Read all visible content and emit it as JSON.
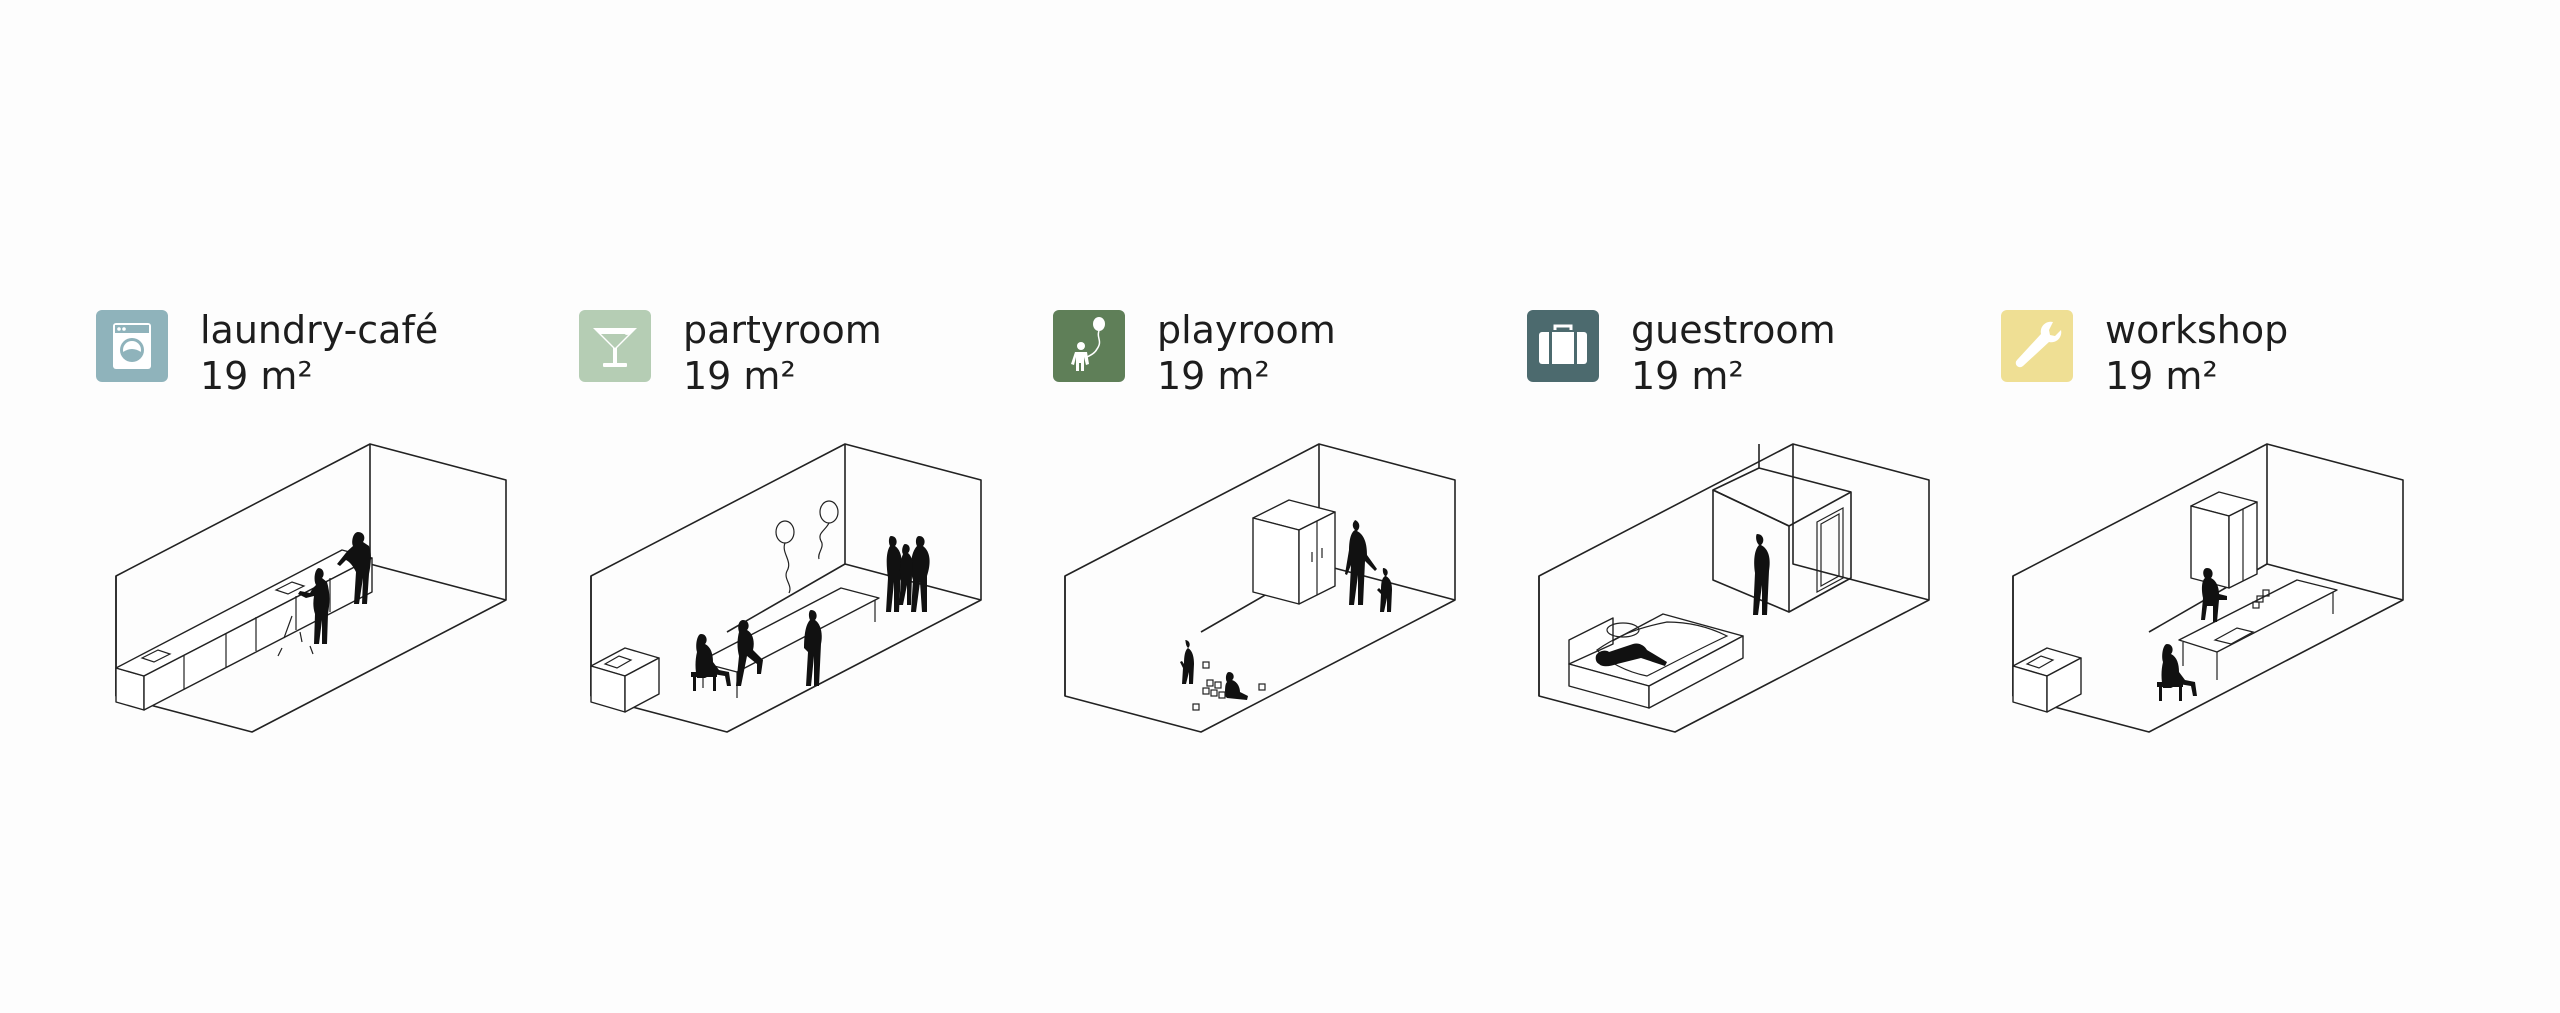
{
  "rooms": [
    {
      "name": "laundry-café",
      "area": "19 m²",
      "icon": "washing-machine-icon",
      "icon_color": "#8fb3bb"
    },
    {
      "name": "partyroom",
      "area": "19 m²",
      "icon": "cocktail-glass-icon",
      "icon_color": "#b5cdb4"
    },
    {
      "name": "playroom",
      "area": "19 m²",
      "icon": "child-balloon-icon",
      "icon_color": "#5f7f58"
    },
    {
      "name": "guestroom",
      "area": "19 m²",
      "icon": "suitcase-icon",
      "icon_color": "#4c6a6e"
    },
    {
      "name": "workshop",
      "area": "19 m²",
      "icon": "wrench-icon",
      "icon_color": "#efdf94"
    }
  ]
}
